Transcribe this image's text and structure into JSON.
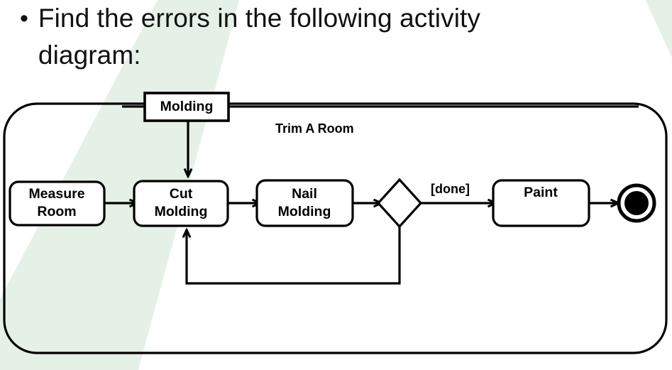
{
  "slide": {
    "bullet_marker": "•",
    "bullet_text": "Find the errors in the following activity diagram:",
    "background_accent_color": "#e5f1e7",
    "line_color": "#000000",
    "node_fill": "#ffffff"
  },
  "diagram": {
    "type": "uml-activity-diagram",
    "frame_label": "Trim A Room",
    "signal_box": {
      "label": "Molding",
      "shape": "rectangle"
    },
    "nodes": [
      {
        "id": "measure-room",
        "label_line1": "Measure",
        "label_line2": "Room",
        "shape": "rounded-rectangle"
      },
      {
        "id": "cut-molding",
        "label_line1": "Cut",
        "label_line2": "Molding",
        "shape": "rounded-rectangle"
      },
      {
        "id": "nail-molding",
        "label_line1": "Nail",
        "label_line2": "Molding",
        "shape": "rounded-rectangle"
      },
      {
        "id": "decision",
        "label_line1": "",
        "label_line2": "",
        "shape": "diamond"
      },
      {
        "id": "paint",
        "label_line1": "Paint",
        "label_line2": "",
        "shape": "rounded-rectangle"
      },
      {
        "id": "final-state",
        "label_line1": "",
        "label_line2": "",
        "shape": "final-state-circle"
      }
    ],
    "edges": [
      {
        "id": "edge-measure-to-cut",
        "from": "measure-room",
        "to": "cut-molding",
        "guard": ""
      },
      {
        "id": "edge-molding-to-cut",
        "from": "signal-molding",
        "to": "cut-molding",
        "guard": ""
      },
      {
        "id": "edge-cut-to-nail",
        "from": "cut-molding",
        "to": "nail-molding",
        "guard": ""
      },
      {
        "id": "edge-nail-to-decision",
        "from": "nail-molding",
        "to": "decision",
        "guard": ""
      },
      {
        "id": "edge-decision-to-paint",
        "from": "decision",
        "to": "paint",
        "guard": "[done]"
      },
      {
        "id": "edge-paint-to-final",
        "from": "paint",
        "to": "final-state",
        "guard": ""
      },
      {
        "id": "edge-decision-loopback",
        "from": "decision",
        "to": "cut-molding",
        "guard": ""
      }
    ],
    "guards": {
      "done": "[done]"
    }
  }
}
